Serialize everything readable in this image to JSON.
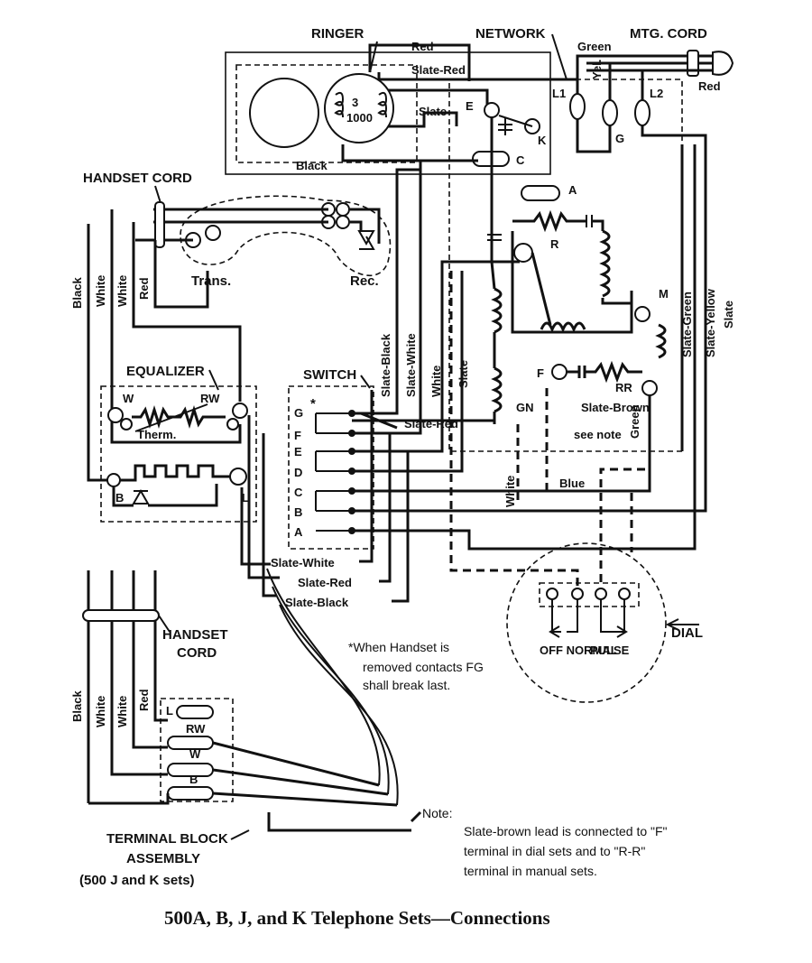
{
  "title": "500A, B, J, and K Telephone Sets—Connections",
  "components": {
    "ringer": "RINGER",
    "network": "NETWORK",
    "mtg_cord": "MTG. CORD",
    "handset_cord_top": "HANDSET CORD",
    "transmitter": "Trans.",
    "receiver": "Rec.",
    "equalizer": "EQUALIZER",
    "switch": "SWITCH",
    "dial": "DIAL",
    "handset_cord_bottom_1": "HANDSET",
    "handset_cord_bottom_2": "CORD",
    "terminal_block_1": "TERMINAL BLOCK",
    "terminal_block_2": "ASSEMBLY",
    "terminal_block_3": "(500 J and K sets)",
    "therm": "Therm.",
    "ringer_coil": "3",
    "ringer_coil_2": "1000"
  },
  "terminals": {
    "network": [
      "E",
      "K",
      "C",
      "A",
      "R",
      "M",
      "F",
      "RR",
      "GN"
    ],
    "mtg_cord": [
      "L1",
      "L2",
      "G"
    ],
    "equalizer": [
      "W",
      "RW",
      "B",
      "L"
    ],
    "switch": [
      "G",
      "F",
      "E",
      "D",
      "C",
      "B",
      "A"
    ],
    "terminal_block": [
      "L",
      "RW",
      "W",
      "B"
    ],
    "dial": [
      "OFF NORMAL",
      "PULSE"
    ]
  },
  "wires": {
    "red": "Red",
    "slate_red": "Slate-Red",
    "slate": "Slate",
    "black": "Black",
    "green": "Green",
    "yel": "Yel.",
    "white": "White",
    "slate_black": "Slate-Black",
    "slate_white": "Slate-White",
    "slate_green": "Slate-Green",
    "slate_yellow": "Slate-Yellow",
    "slate_brown": "Slate-Brown",
    "blue": "Blue",
    "see_note": "see note"
  },
  "notes": {
    "switch_star": "*",
    "switch_note_1": "When Handset is",
    "switch_note_2": "removed contacts FG",
    "switch_note_3": "shall break last.",
    "note_heading": "Note:",
    "note_1": "Slate-brown lead is connected to \"F\"",
    "note_2": "terminal in dial sets and to \"R-R\"",
    "note_3": "terminal in manual sets."
  }
}
